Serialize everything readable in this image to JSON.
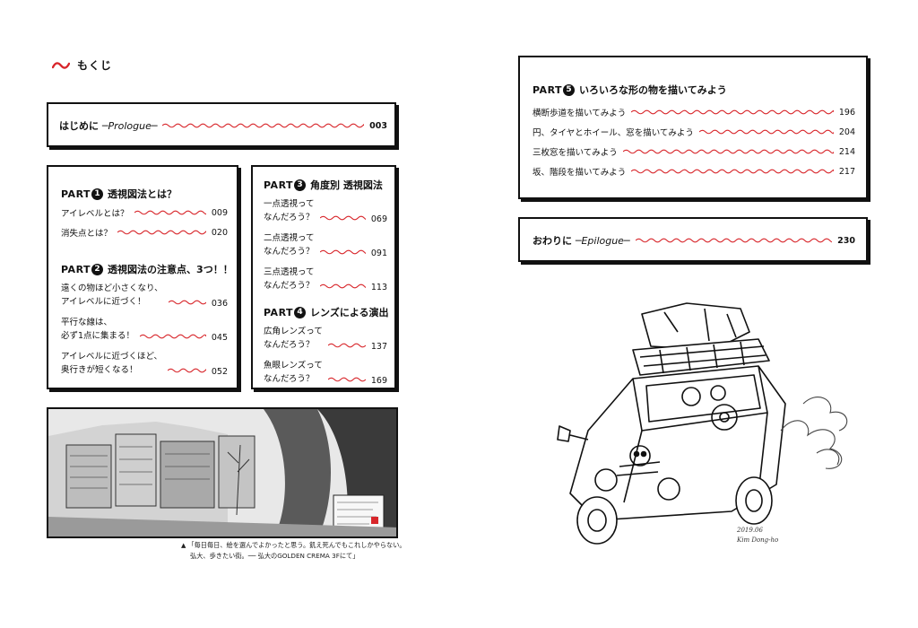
{
  "heading": {
    "label": "もくじ"
  },
  "colors": {
    "accent": "#d8262b",
    "ink": "#111111"
  },
  "hajimeni": {
    "label": "はじめに ─",
    "sub": "Prologue",
    "dash": "─",
    "page": "003"
  },
  "part1": {
    "part": "PART",
    "num": "1",
    "title": "透視図法とは？",
    "items": [
      {
        "label": "アイレベルとは？",
        "page": "009"
      },
      {
        "label": "消失点とは？",
        "page": "020"
      }
    ]
  },
  "part2": {
    "part": "PART",
    "num": "2",
    "title": "透視図法の注意点、3つ！！",
    "items": [
      {
        "line1": "遠くの物ほど小さくなり、",
        "line2": "アイレベルに近づく！",
        "page": "036"
      },
      {
        "line1": "平行な線は、",
        "line2": "必ず1点に集まる！",
        "page": "045"
      },
      {
        "line1": "アイレベルに近づくほど、",
        "line2": "奥行きが短くなる！",
        "page": "052"
      }
    ]
  },
  "part3": {
    "part": "PART",
    "num": "3",
    "title": "角度別 透視図法",
    "items": [
      {
        "line1": "一点透視って",
        "line2": "なんだろう？",
        "page": "069"
      },
      {
        "line1": "二点透視って",
        "line2": "なんだろう？",
        "page": "091"
      },
      {
        "line1": "三点透視って",
        "line2": "なんだろう？",
        "page": "113"
      }
    ]
  },
  "part4": {
    "part": "PART",
    "num": "4",
    "title": "レンズによる演出",
    "items": [
      {
        "line1": "広角レンズって",
        "line2": "なんだろう？",
        "page": "137"
      },
      {
        "line1": "魚眼レンズって",
        "line2": "なんだろう？",
        "page": "169"
      }
    ]
  },
  "part5": {
    "part": "PART",
    "num": "5",
    "title": "いろいろな形の物を描いてみよう",
    "items": [
      {
        "label": "横断歩道を描いてみよう",
        "page": "196"
      },
      {
        "label": "円、タイヤとホイール、窓を描いてみよう",
        "page": "204"
      },
      {
        "label": "三枚窓を描いてみよう",
        "page": "214"
      },
      {
        "label": "坂、階段を描いてみよう",
        "page": "217"
      }
    ]
  },
  "owarini": {
    "label": "おわりに ─",
    "sub": "Epilogue",
    "dash": "─",
    "page": "230"
  },
  "caption": {
    "marker": "▲",
    "line1": "「毎日毎日、絵を選んでよかったと思う。飢え死んでもこれしかやらない。",
    "line2": "弘大、歩きたい街。── 弘大のGOLDEN CREMA 3Fにて」"
  },
  "signature": {
    "line1": "2019.06",
    "line2": "Kim Dong-ho"
  }
}
